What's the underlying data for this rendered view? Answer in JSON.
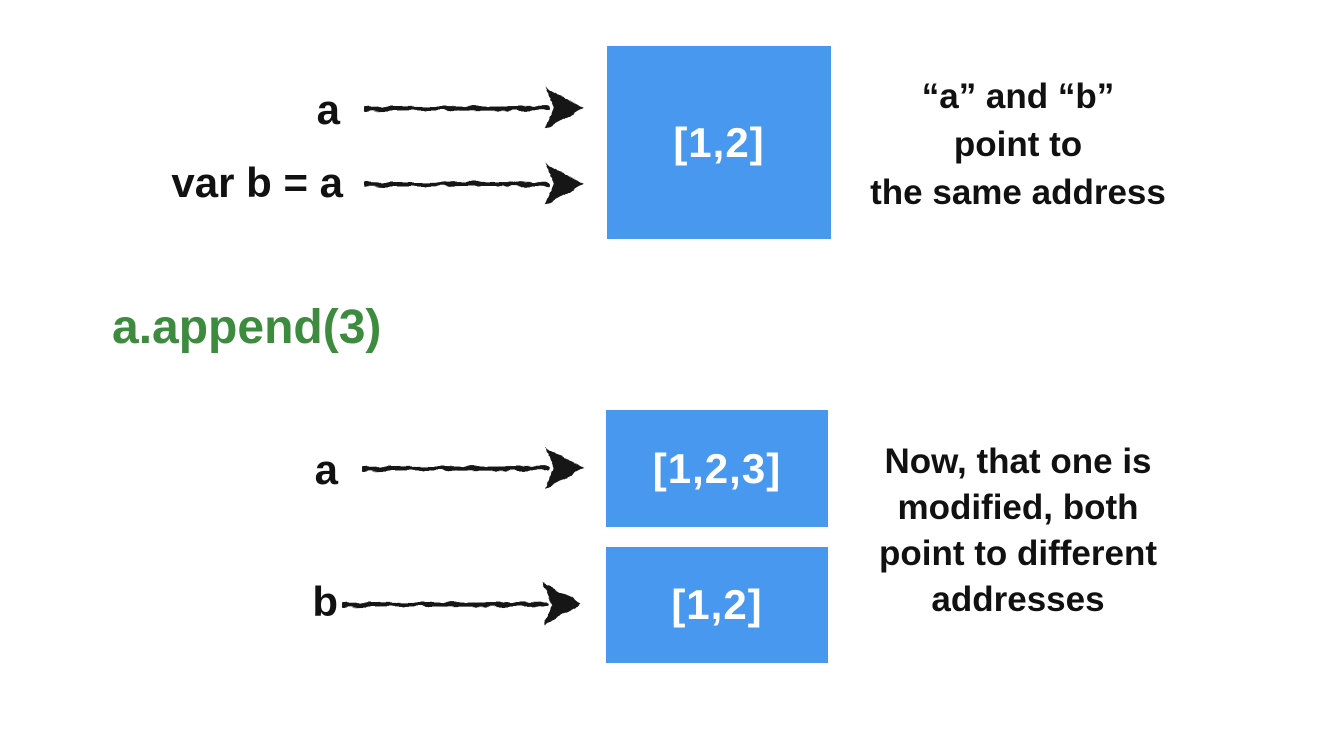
{
  "colors": {
    "box_blue": "#4798ee",
    "code_green": "#3d8b3f",
    "text_black": "#111111",
    "box_text_white": "#ffffff",
    "arrow_black": "#151515",
    "background": "#ffffff"
  },
  "before": {
    "label_a": "a",
    "label_b": "var b = a",
    "box_value": "[1,2]",
    "caption_lines": [
      "“a” and “b”",
      "point to",
      "the same address"
    ]
  },
  "operation": {
    "code": "a.append(3)"
  },
  "after": {
    "label_a": "a",
    "label_b": "b",
    "box_a_value": "[1,2,3]",
    "box_b_value": "[1,2]",
    "caption_lines": [
      "Now, that one is",
      "modified, both",
      "point to different",
      "addresses"
    ]
  }
}
